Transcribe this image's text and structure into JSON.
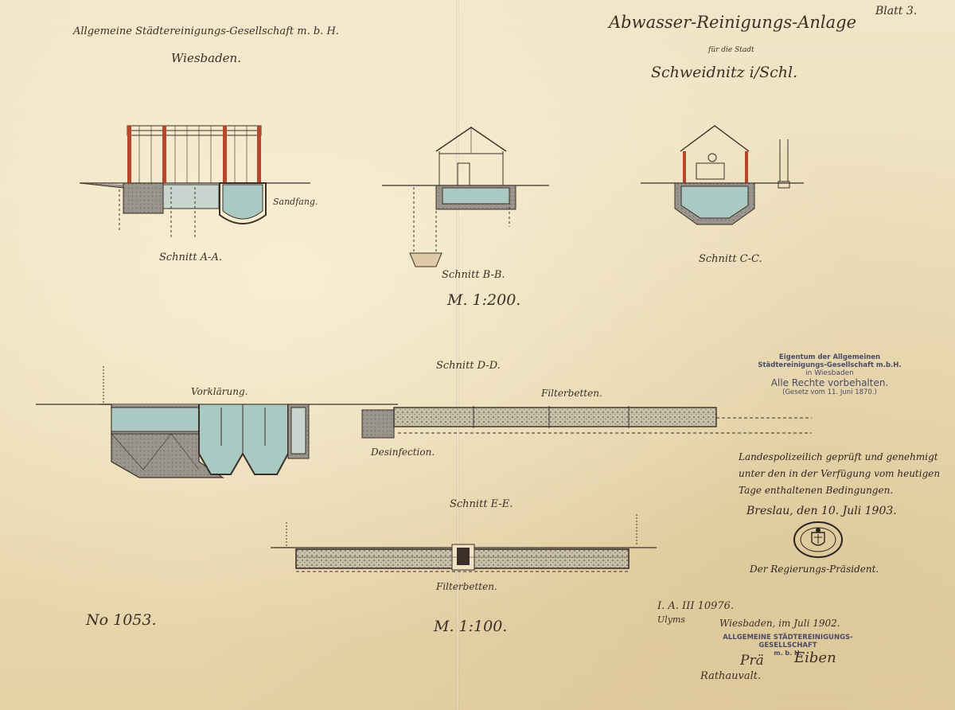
{
  "sheet": {
    "plate": "Blatt 3.",
    "company_header": "Allgemeine Städtereinigungs-Gesellschaft m. b. H.",
    "city": "Wiesbaden.",
    "title": "Abwasser-Reinigungs-Anlage",
    "for_city": "für die Stadt",
    "town": "Schweidnitz i/Schl.",
    "number": "No 1053."
  },
  "sections": {
    "a": "Schnitt A-A.",
    "b": "Schnitt B-B.",
    "c": "Schnitt C-C.",
    "d": "Schnitt D-D.",
    "e": "Schnitt E-E."
  },
  "scales": {
    "upper": "M. 1:200.",
    "lower": "M. 1:100."
  },
  "labels": {
    "sandfang": "Sandfang.",
    "vorklaerung": "Vorklärung.",
    "filterbetten": "Filterbetten.",
    "desinfection": "Desinfection.",
    "filterbetten_e": "Filterbetten."
  },
  "ownership_stamp": {
    "line1": "Eigentum der Allgemeinen Städtereinigungs-Gesellschaft m.b.H.",
    "line2": "in Wiesbaden",
    "line3": "Alle Rechte vorbehalten.",
    "line4": "(Gesetz vom 11. Juni 1870.)"
  },
  "approval": {
    "line1": "Landespolizeilich geprüft und genehmigt",
    "line2": "unter den in der Verfügung vom heutigen",
    "line3": "Tage enthaltenen Bedingungen.",
    "place_date": "Breslau, den 10. Juli 1903.",
    "office": "Der Regierungs-Präsident."
  },
  "registration": {
    "ref": "I. A. III 10976.",
    "ref_sub": "Ulyms"
  },
  "company_signature": {
    "place_date": "Wiesbaden, im Juli 1902.",
    "stamp_line1": "ALLGEMEINE STÄDTEREINIGUNGS-GESELLSCHAFT",
    "stamp_line2": "m. b. H.",
    "proxy": "Prä",
    "name": "Eiben",
    "role": "Rathauvalt."
  },
  "colors": {
    "paper": "#efe3c3",
    "ink": "#3a2f22",
    "water": "#a9c9c2",
    "brick": "#b5482a",
    "earth": "#8a8a86"
  }
}
